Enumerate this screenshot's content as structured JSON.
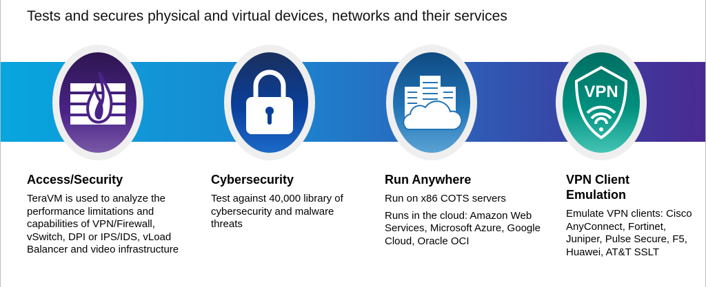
{
  "title": "Tests and secures physical and virtual devices, networks and their services",
  "columns": [
    {
      "heading": "Access/Security",
      "icon": "firewall-icon",
      "paragraphs": [
        "TeraVM is used to analyze the performance limitations and capabilities of VPN/Firewall, vSwitch, DPI or IPS/IDS, vLoad Balancer and video infrastructure"
      ]
    },
    {
      "heading": "Cybersecurity",
      "icon": "padlock-icon",
      "paragraphs": [
        "Test against 40,000 library of cybersecurity and malware threats"
      ]
    },
    {
      "heading": "Run Anywhere",
      "icon": "cloud-servers-icon",
      "paragraphs": [
        "Run on x86 COTS servers",
        "Runs in the cloud: Amazon Web Services, Microsoft Azure, Google Cloud, Oracle OCI"
      ]
    },
    {
      "heading": "VPN Client Emulation",
      "icon": "vpn-shield-icon",
      "icon_text": "VPN",
      "paragraphs": [
        "Emulate VPN clients: Cisco AnyConnect, Fortinet, Juniper, Pulse Secure, F5, Huawei, AT&T SSLT"
      ]
    }
  ]
}
